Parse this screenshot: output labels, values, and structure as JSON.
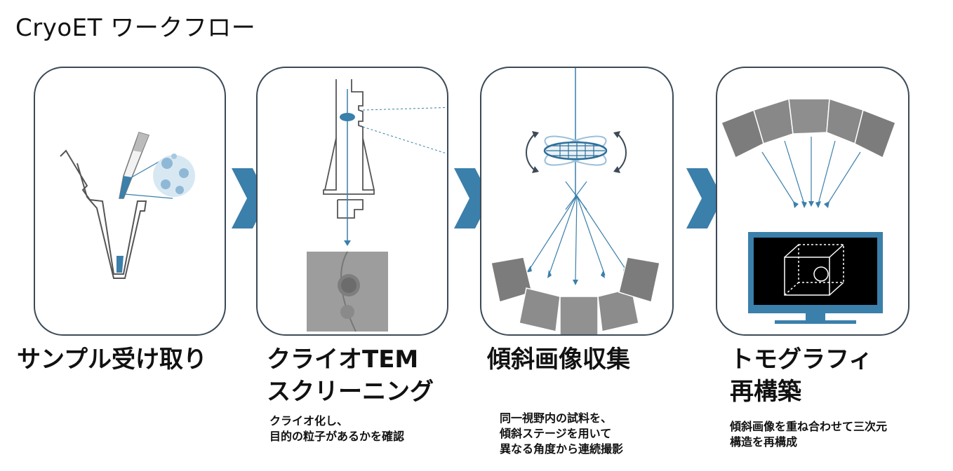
{
  "page": {
    "title": "CryoET ワークフロー"
  },
  "steps": [
    {
      "label_lines": [
        "サンプル受け取り"
      ],
      "description": ""
    },
    {
      "label_lines": [
        "クライオTEM",
        "スクリーニング"
      ],
      "description": "クライオ化し、\n目的の粒子があるかを確認"
    },
    {
      "label_lines": [
        "傾斜画像収集"
      ],
      "description": "同一視野内の試料を、\n傾斜ステージを用いて\n異なる角度から連続撮影"
    },
    {
      "label_lines": [
        "トモグラフィ",
        "再構築"
      ],
      "description": "傾斜画像を重ね合わせて三次元\n構造を再構成"
    }
  ],
  "colors": {
    "accent": "#3b7fab",
    "frame": "#3c4a57",
    "tile_gray": "#8a8a8a"
  },
  "icons": [
    "pipette-tube-icon",
    "microscope-column-icon",
    "tilt-stage-icon",
    "reconstruction-monitor-icon"
  ]
}
